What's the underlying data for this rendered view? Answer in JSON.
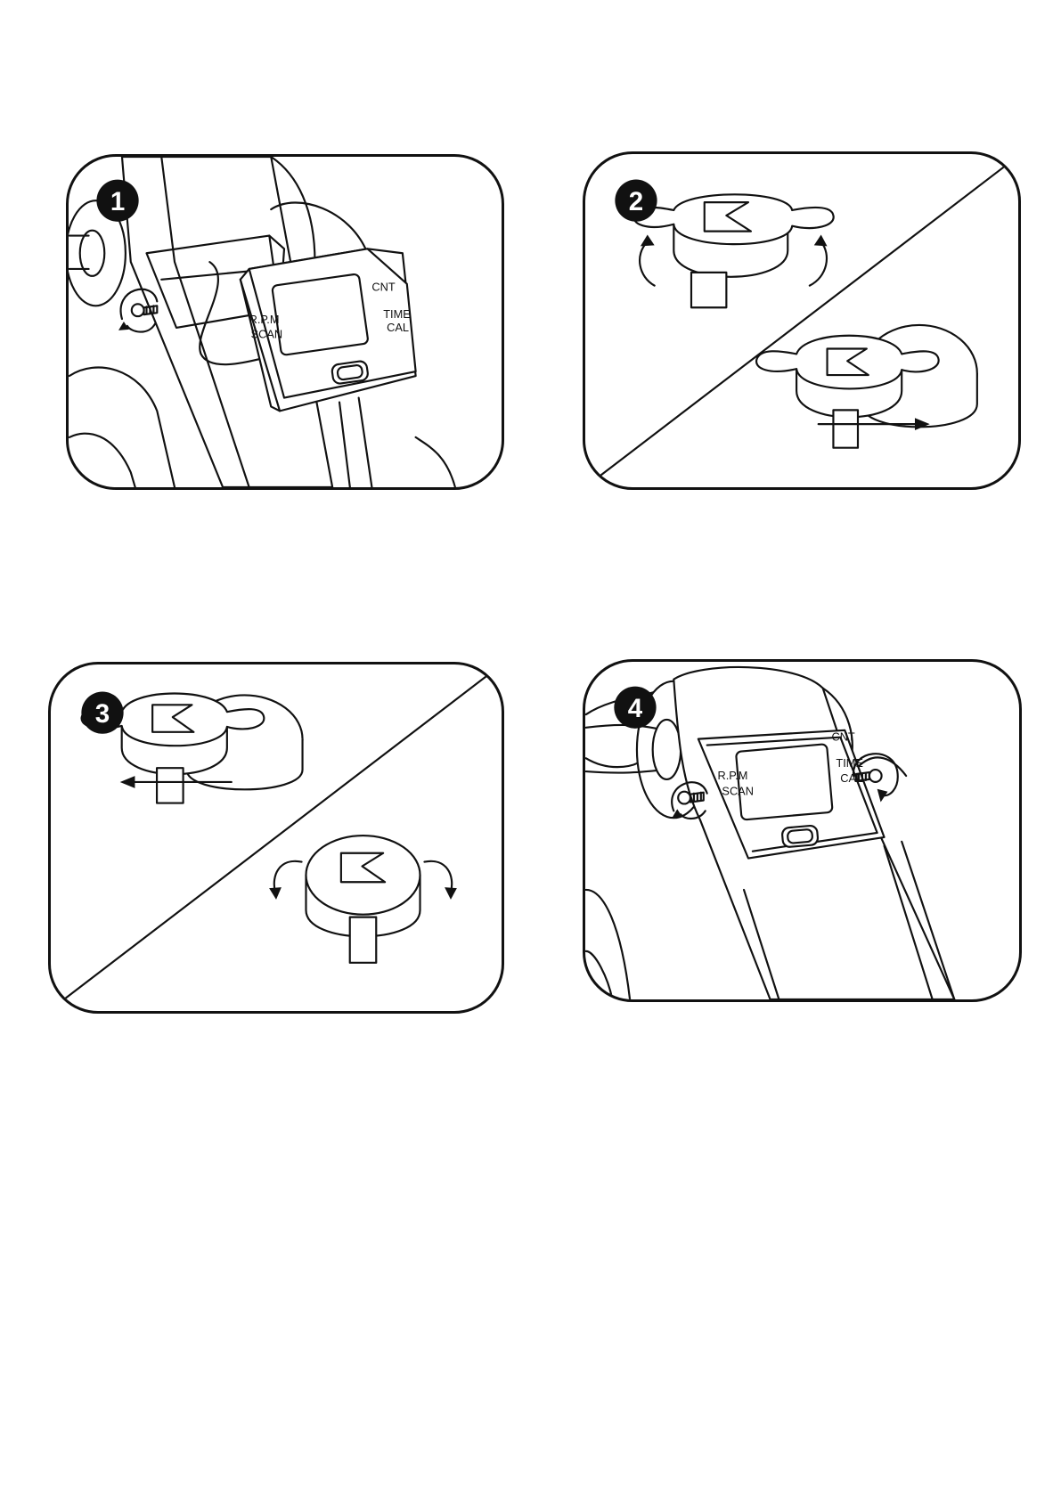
{
  "steps": [
    {
      "number": "1",
      "labels": {
        "cnt": "CNT",
        "rpm": "R.P.M",
        "scan": "SCAN",
        "time": "TIME",
        "cal": "CAL"
      }
    },
    {
      "number": "2"
    },
    {
      "number": "3"
    },
    {
      "number": "4",
      "labels": {
        "cnt": "CNT",
        "rpm": "R.P.M",
        "scan": "SCAN",
        "time": "TIME",
        "cal": "CAL"
      }
    }
  ],
  "colors": {
    "ink": "#111111",
    "paper": "#ffffff"
  },
  "icons": [
    "step-number-badge",
    "screw-icon",
    "rotate-arrow-icon",
    "slide-arrow-icon",
    "brand-logo-icon"
  ]
}
